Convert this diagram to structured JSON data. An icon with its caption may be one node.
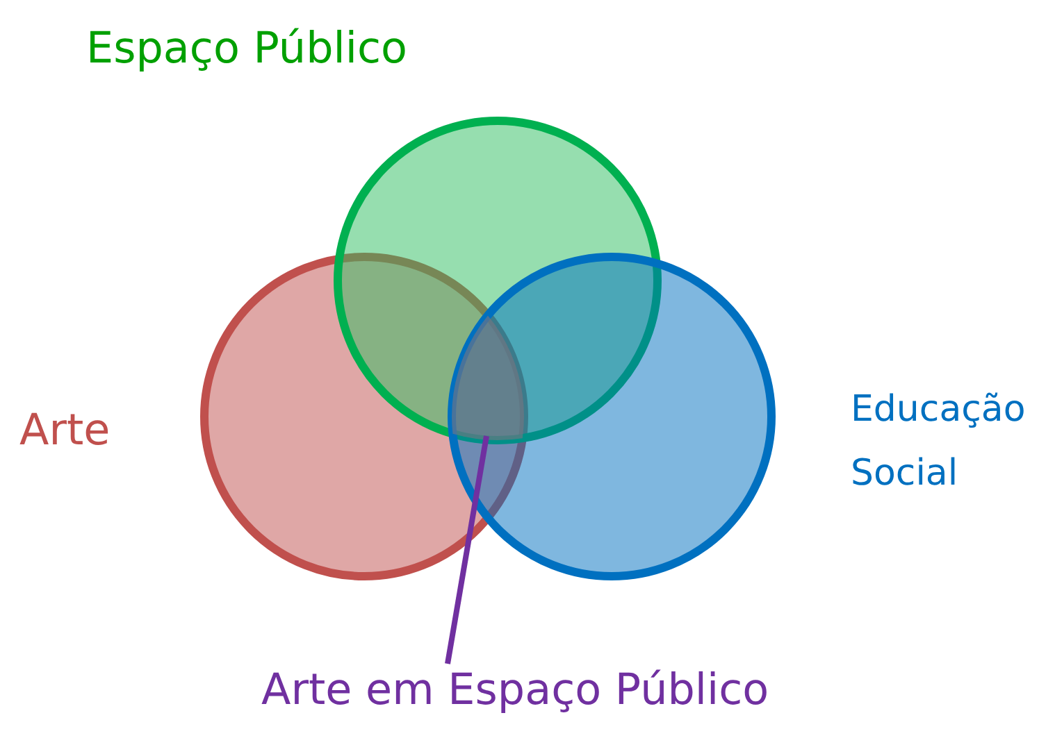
{
  "diagram": {
    "nodes": [
      {
        "text": [],
        "shape": "circle",
        "beside": [
          "Arte"
        ]
      },
      {
        "text": [],
        "shape": "circle",
        "beside": [
          "Espaço Público"
        ]
      },
      {
        "text": [],
        "shape": "circle",
        "beside": [
          "Educação Social"
        ]
      },
      {
        "text": [],
        "shape": "region"
      },
      {
        "text": [
          "Arte em Espaço Público"
        ]
      }
    ],
    "edges": [
      {
        "from": 4,
        "to": 3,
        "arrow": "none"
      }
    ]
  }
}
